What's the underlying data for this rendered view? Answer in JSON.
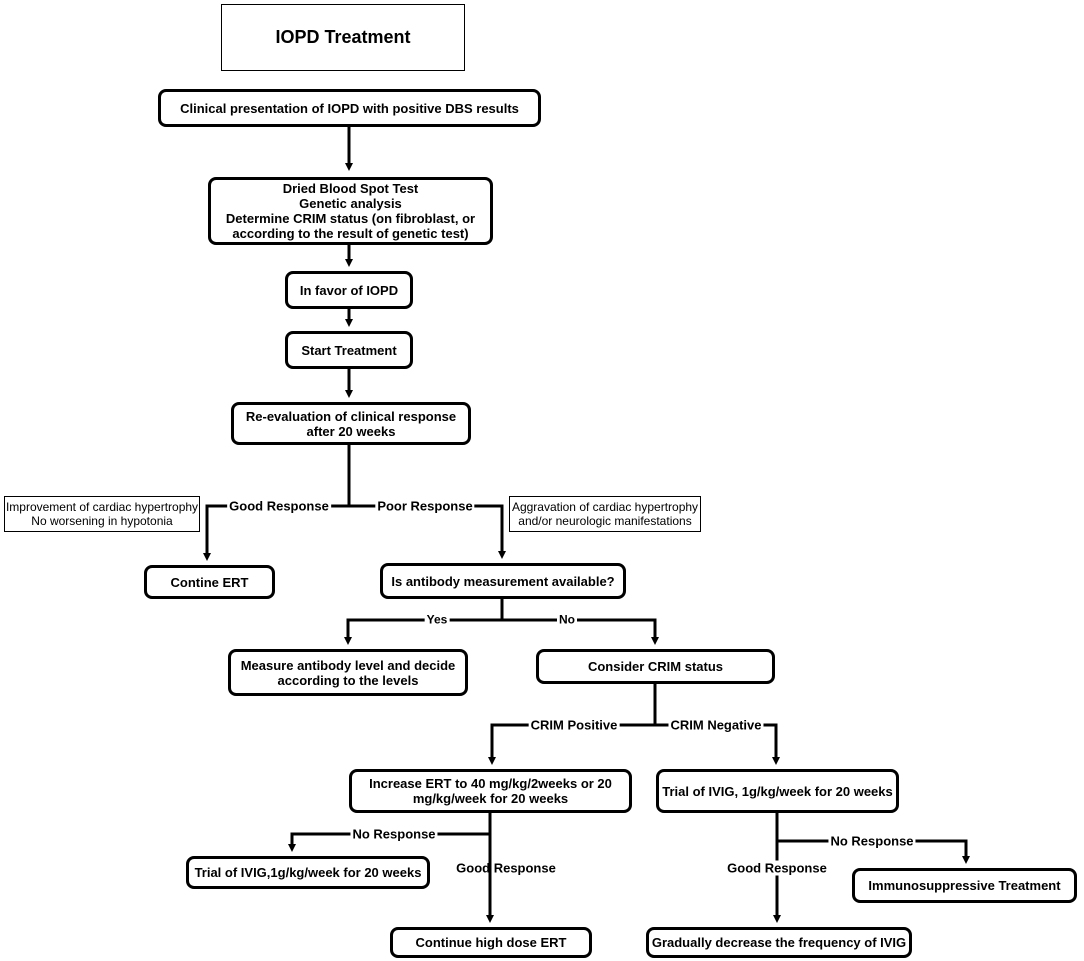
{
  "title": "IOPD Treatment",
  "nodes": {
    "presentation": "Clinical presentation of IOPD with positive DBS results",
    "tests": "Dried Blood Spot Test\nGenetic analysis\nDetermine CRIM status (on fibroblast, or\naccording to the result of genetic test)",
    "favor": "In favor of IOPD",
    "start": "Start Treatment",
    "reeval": "Re-evaluation of clinical response\nafter 20 weeks",
    "continue_ert": "Contine ERT",
    "antibody_q": "Is antibody measurement available?",
    "measure": "Measure antibody level and decide\naccording to the levels",
    "crim": "Consider CRIM status",
    "increase": "Increase ERT to 40 mg/kg/2weeks or 20\nmg/kg/week for 20 weeks",
    "ivig_neg": "Trial of IVIG, 1g/kg/week for 20 weeks",
    "ivig_pos": "Trial of IVIG,1g/kg/week for 20 weeks",
    "high_dose": "Continue high dose ERT",
    "decrease": "Gradually decrease the frequency of IVIG",
    "immuno": "Immunosuppressive Treatment"
  },
  "notes": {
    "good": "Improvement of cardiac hypertrophy\nNo worsening in hypotonia",
    "poor": "Aggravation of cardiac hypertrophy\nand/or neurologic manifestations"
  },
  "edge_labels": {
    "good_response": "Good Response",
    "poor_response": "Poor Response",
    "yes": "Yes",
    "no": "No",
    "crim_positive": "CRIM Positive",
    "crim_negative": "CRIM Negative",
    "no_response_left": "No Response",
    "good_response_left": "Good Response",
    "good_response_right": "Good Response",
    "no_response_right": "No Response"
  }
}
